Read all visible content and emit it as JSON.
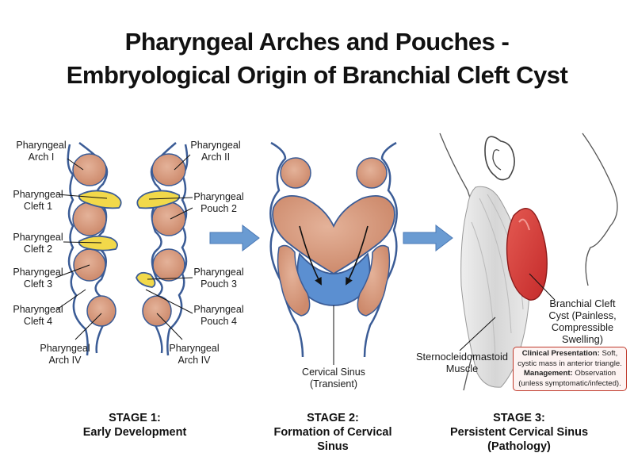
{
  "title": {
    "line1": "Pharyngeal Arches and Pouches -",
    "line2": "Embryological Origin of Branchial Cleft Cyst"
  },
  "stage1": {
    "labels": {
      "arch1": [
        "Pharyngeal",
        "Arch I"
      ],
      "arch2": [
        "Pharyngeal",
        "Arch II"
      ],
      "cleft1": [
        "Pharyngeal",
        "Cleft 1"
      ],
      "pouch2": [
        "Pharyngeal",
        "Pouch 2"
      ],
      "cleft2": [
        "Pharyngeal",
        "Cleft 2"
      ],
      "cleft3": [
        "Pharyngeal",
        "Cleft 3"
      ],
      "pouch3": [
        "Pharyngeal",
        "Pouch 3"
      ],
      "cleft4": [
        "Pharyngeal",
        "Cleft 4"
      ],
      "pouch4": [
        "Pharyngeal",
        "Pouch 4"
      ],
      "arch4_left": [
        "Pharyngeal",
        "Arch IV"
      ],
      "arch4_right": [
        "Pharyngeal",
        "Arch IV"
      ]
    },
    "caption": [
      "STAGE 1:",
      "Early Development"
    ]
  },
  "stage2": {
    "labels": {
      "sinus": [
        "Cervical Sinus",
        "(Transient)"
      ]
    },
    "caption": [
      "STAGE 2:",
      "Formation of Cervical",
      "Sinus"
    ]
  },
  "stage3": {
    "labels": {
      "cyst": [
        "Branchial Cleft",
        "Cyst (Painless,",
        "Compressible",
        "Swelling)"
      ],
      "muscle": [
        "Sternocleidomastoid",
        "Muscle"
      ]
    },
    "clinical": {
      "presentation_heading": "Clinical Presentation:",
      "presentation_text": " Soft, cystic mass in anterior triangle.",
      "management_heading": "Management:",
      "management_text": " Observation (unless symptomatic/infected)."
    },
    "caption": [
      "STAGE 3:",
      "Persistent Cervical Sinus",
      "(Pathology)"
    ]
  },
  "colors": {
    "arch_fill": "#d6977a",
    "arch_stroke": "#5a6f9c",
    "pouch_fill": "#f2d94a",
    "sinus_fill": "#5b8fd1",
    "arrow_fill": "#6a9bd2",
    "cyst_fill": "#d63a3a",
    "muscle_fill": "#dcdcdc",
    "outline": "#3b5c96"
  }
}
